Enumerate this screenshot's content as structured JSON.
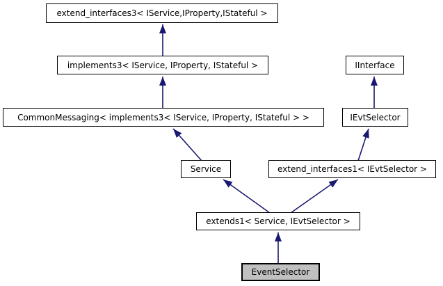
{
  "diagram": {
    "type": "class-inheritance-diagram",
    "subject": "EventSelector",
    "colors": {
      "background": "#ffffff",
      "node_border": "#000000",
      "node_fill": "#ffffff",
      "current_node_fill": "#c0c0c0",
      "arrow": "#191970",
      "text": "#000000"
    },
    "nodes": [
      {
        "id": "extend_interfaces3",
        "label": "extend_interfaces3< IService,IProperty,IStateful >",
        "current": false
      },
      {
        "id": "implements3",
        "label": "implements3< IService, IProperty, IStateful >",
        "current": false
      },
      {
        "id": "common_messaging",
        "label": "CommonMessaging< implements3< IService, IProperty, IStateful > >",
        "current": false
      },
      {
        "id": "iinterface",
        "label": "IInterface",
        "current": false
      },
      {
        "id": "ievtselector",
        "label": "IEvtSelector",
        "current": false
      },
      {
        "id": "service",
        "label": "Service",
        "current": false
      },
      {
        "id": "extend_interfaces1",
        "label": "extend_interfaces1< IEvtSelector >",
        "current": false
      },
      {
        "id": "extends1",
        "label": "extends1< Service, IEvtSelector >",
        "current": false
      },
      {
        "id": "event_selector",
        "label": "EventSelector",
        "current": true
      }
    ],
    "edges": [
      {
        "from": "implements3",
        "to": "extend_interfaces3",
        "relation": "inherits"
      },
      {
        "from": "common_messaging",
        "to": "implements3",
        "relation": "inherits"
      },
      {
        "from": "service",
        "to": "common_messaging",
        "relation": "inherits"
      },
      {
        "from": "ievtselector",
        "to": "iinterface",
        "relation": "inherits"
      },
      {
        "from": "extend_interfaces1",
        "to": "ievtselector",
        "relation": "inherits"
      },
      {
        "from": "extends1",
        "to": "service",
        "relation": "inherits"
      },
      {
        "from": "extends1",
        "to": "extend_interfaces1",
        "relation": "inherits"
      },
      {
        "from": "event_selector",
        "to": "extends1",
        "relation": "inherits"
      }
    ]
  }
}
